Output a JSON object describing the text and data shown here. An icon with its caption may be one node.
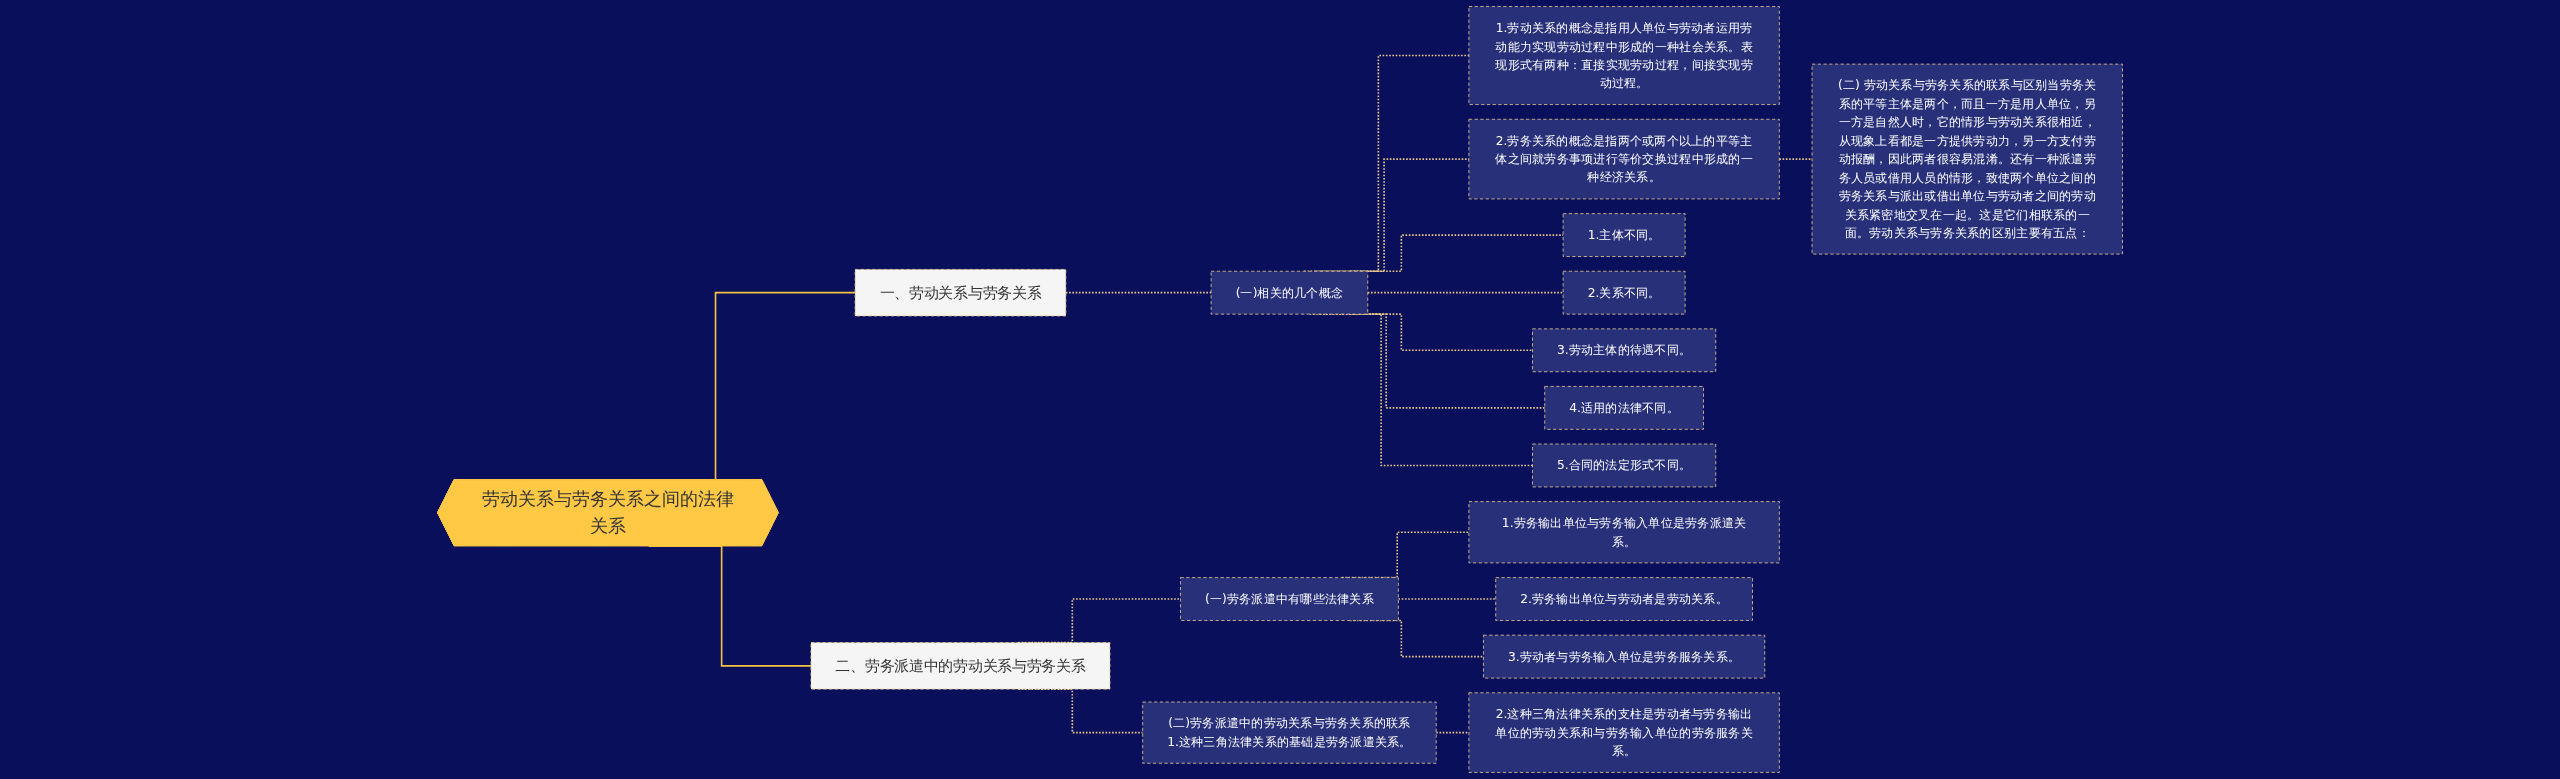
{
  "diagram": {
    "nodes": [
      {
        "text": [
          "劳动关系与劳务关系之间的法律关系"
        ]
      },
      {
        "text": [
          "一、劳动关系与劳务关系"
        ]
      },
      {
        "text": [
          "(一)相关的几个概念"
        ]
      },
      {
        "text": [
          "1.劳动关系的概念是指用人单位与劳动者运用劳动能力实现劳动过程中形成的一种社会关系。表现形式有两种：直接实现劳动过程，间接实现劳动过程。"
        ]
      },
      {
        "text": [
          "2.劳务关系的概念是指两个或两个以上的平等主体之间就劳务事项进行等价交换过程中形成的一种经济关系。"
        ]
      },
      {
        "text": [
          "(二) 劳动关系与劳务关系的联系与区别当劳务关系的平等主体是两个，而且一方是用人单位，另一方是自然人时，它的情形与劳动关系很相近，从现象上看都是一方提供劳动力，另一方支付劳动报酬，因此两者很容易混淆。还有一种派遣劳务人员或借用人员的情形，致使两个单位之间的劳务关系与派出或借出单位与劳动者之间的劳动关系紧密地交叉在一起。这是它们相联系的一面。劳动关系与劳务关系的区别主要有五点："
        ]
      },
      {
        "text": [
          "1.主体不同。"
        ]
      },
      {
        "text": [
          "2.关系不同。"
        ]
      },
      {
        "text": [
          "3.劳动主体的待遇不同。"
        ]
      },
      {
        "text": [
          "4.适用的法律不同。"
        ]
      },
      {
        "text": [
          "5.合同的法定形式不同。"
        ]
      },
      {
        "text": [
          "二、劳务派遣中的劳动关系与劳务关系"
        ]
      },
      {
        "text": [
          "(一)劳务派遣中有哪些法律关系"
        ]
      },
      {
        "text": [
          "1.劳务输出单位与劳务输入单位是劳务派遣关系。"
        ]
      },
      {
        "text": [
          "2.劳务输出单位与劳动者是劳动关系。"
        ]
      },
      {
        "text": [
          "3.劳动者与劳务输入单位是劳务服务关系。"
        ]
      },
      {
        "text": [
          "(二)劳务派遣中的劳动关系与劳务关系的联系",
          "1.这种三角法律关系的基础是劳务派遣关系。"
        ]
      },
      {
        "text": [
          "2.这种三角法律关系的支柱是劳动者与劳务输出单位的劳动关系和与劳务输入单位的劳务服务关系。"
        ]
      }
    ],
    "edges": [
      {
        "from": 0,
        "to": 1,
        "arrow": "none",
        "color": "#f5c342"
      },
      {
        "from": 1,
        "to": 2,
        "arrow": "none",
        "style": "dashed"
      },
      {
        "from": 2,
        "to": 3,
        "arrow": "none",
        "style": "dashed"
      },
      {
        "from": 2,
        "to": 4,
        "arrow": "none",
        "style": "dashed"
      },
      {
        "from": 4,
        "to": 5,
        "arrow": "none",
        "style": "dashed"
      },
      {
        "from": 2,
        "to": 6,
        "arrow": "none",
        "style": "dashed"
      },
      {
        "from": 2,
        "to": 7,
        "arrow": "none",
        "style": "dashed"
      },
      {
        "from": 2,
        "to": 8,
        "arrow": "none",
        "style": "dashed"
      },
      {
        "from": 2,
        "to": 9,
        "arrow": "none",
        "style": "dashed"
      },
      {
        "from": 2,
        "to": 10,
        "arrow": "none",
        "style": "dashed"
      },
      {
        "from": 0,
        "to": 11,
        "arrow": "none",
        "color": "#f5c342"
      },
      {
        "from": 11,
        "to": 12,
        "arrow": "none",
        "style": "dashed"
      },
      {
        "from": 12,
        "to": 13,
        "arrow": "none",
        "style": "dashed"
      },
      {
        "from": 12,
        "to": 14,
        "arrow": "none",
        "style": "dashed"
      },
      {
        "from": 12,
        "to": 15,
        "arrow": "none",
        "style": "dashed"
      },
      {
        "from": 11,
        "to": 16,
        "arrow": "none",
        "style": "dashed"
      },
      {
        "from": 16,
        "to": 17,
        "arrow": "none",
        "style": "dashed"
      }
    ]
  }
}
